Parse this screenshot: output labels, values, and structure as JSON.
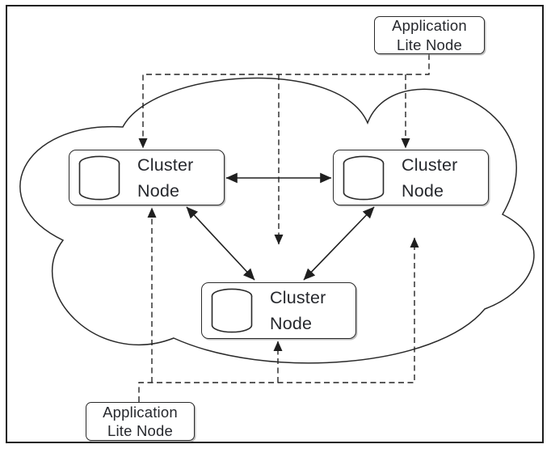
{
  "colors": {
    "line": "#222222",
    "text": "#26282d",
    "background": "#ffffff",
    "box_fill": "#ffffff"
  },
  "nodes": {
    "cluster": [
      {
        "label": "Cluster Node"
      },
      {
        "label": "Cluster Node"
      },
      {
        "label": "Cluster Node"
      }
    ],
    "application": [
      {
        "label": "Application Lite Node"
      },
      {
        "label": "Application Lite Node"
      }
    ]
  },
  "icons": [
    {
      "name": "database-icon",
      "meaning": "database cylinder inside each cluster node"
    },
    {
      "name": "cloud-outline",
      "meaning": "cloud boundary around the cluster nodes"
    }
  ],
  "connections": [
    {
      "from": "cluster-node-left",
      "to": "cluster-node-right",
      "style": "solid",
      "bidirectional": true
    },
    {
      "from": "cluster-node-left",
      "to": "cluster-node-bottom",
      "style": "solid",
      "bidirectional": true
    },
    {
      "from": "cluster-node-right",
      "to": "cluster-node-bottom",
      "style": "solid",
      "bidirectional": true
    },
    {
      "from": "application-lite-node-top",
      "to": "cluster-node-left",
      "style": "dashed",
      "bidirectional": false
    },
    {
      "from": "application-lite-node-top",
      "to": "cluster-node-right",
      "style": "dashed",
      "bidirectional": false
    },
    {
      "from": "application-lite-node-top",
      "to": "cloud-center",
      "style": "dashed",
      "bidirectional": false
    },
    {
      "from": "application-lite-node-bottom",
      "to": "cluster-node-left",
      "style": "dashed",
      "bidirectional": false
    },
    {
      "from": "application-lite-node-bottom",
      "to": "cluster-node-bottom",
      "style": "dashed",
      "bidirectional": false
    },
    {
      "from": "application-lite-node-bottom",
      "to": "cloud-right",
      "style": "dashed",
      "bidirectional": false
    }
  ]
}
